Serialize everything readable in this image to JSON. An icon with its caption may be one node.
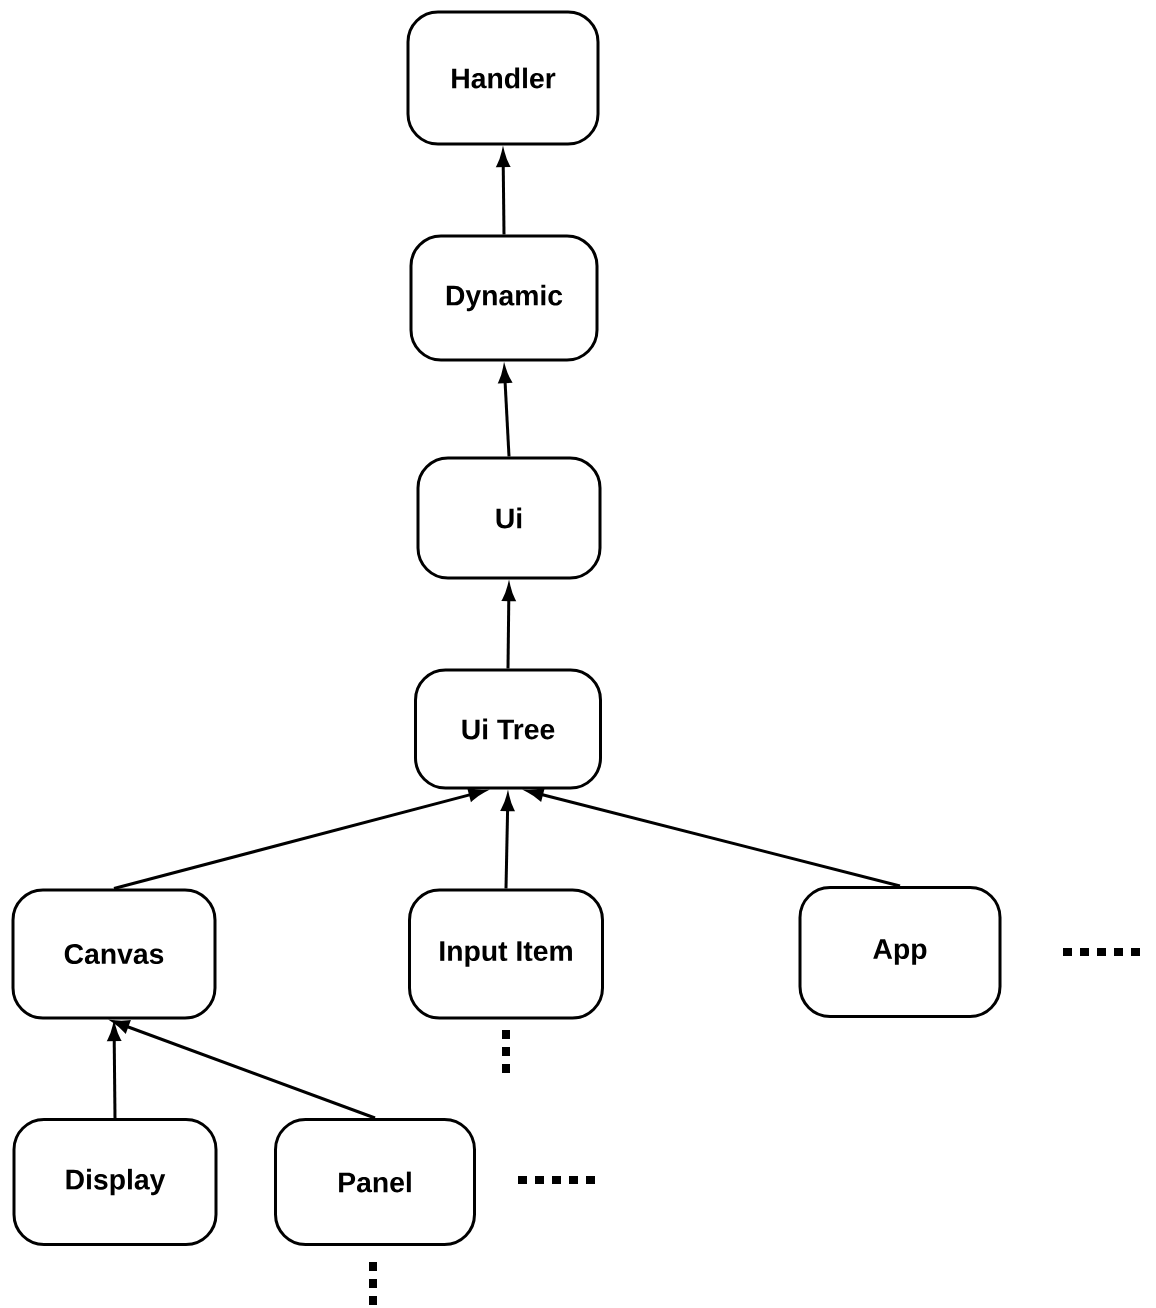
{
  "diagram": {
    "nodes": [
      {
        "text": [
          "Handler"
        ]
      },
      {
        "text": [
          "Dynamic"
        ]
      },
      {
        "text": [
          "Ui"
        ]
      },
      {
        "text": [
          "Ui Tree"
        ]
      },
      {
        "text": [
          "Canvas"
        ]
      },
      {
        "text": [
          "Input Item"
        ]
      },
      {
        "text": [
          "App"
        ]
      },
      {
        "text": [
          "Display"
        ]
      },
      {
        "text": [
          "Panel"
        ]
      }
    ],
    "edges": [
      {
        "from": 1,
        "to": 0,
        "arrow": "to"
      },
      {
        "from": 2,
        "to": 1,
        "arrow": "to"
      },
      {
        "from": 3,
        "to": 2,
        "arrow": "to"
      },
      {
        "from": 4,
        "to": 3,
        "arrow": "to"
      },
      {
        "from": 5,
        "to": 3,
        "arrow": "to"
      },
      {
        "from": 6,
        "to": 3,
        "arrow": "to"
      },
      {
        "from": 7,
        "to": 4,
        "arrow": "to"
      },
      {
        "from": 8,
        "to": 4,
        "arrow": "to"
      }
    ]
  }
}
